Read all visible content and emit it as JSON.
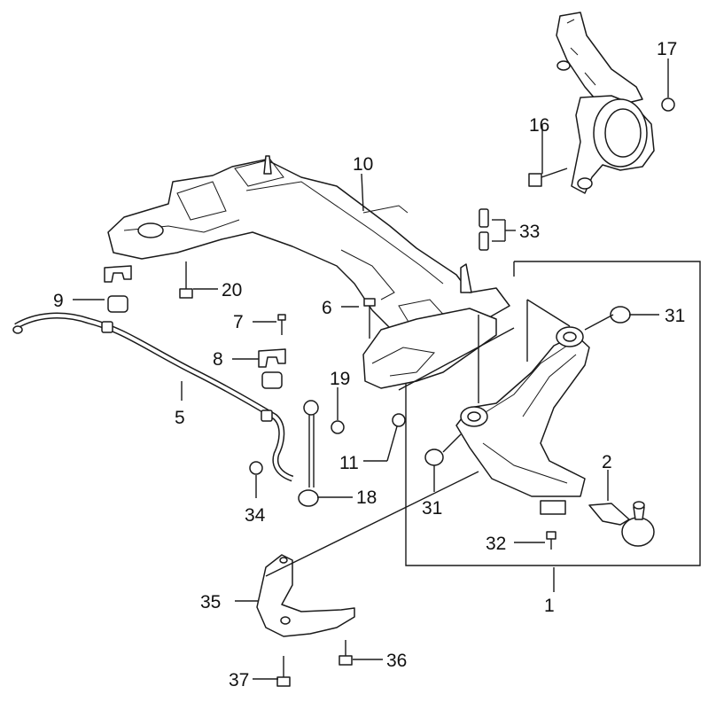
{
  "diagram": {
    "labels": {
      "l1": "1",
      "l2": "2",
      "l5": "5",
      "l6": "6",
      "l7": "7",
      "l8": "8",
      "l9": "9",
      "l10": "10",
      "l11": "11",
      "l16": "16",
      "l17": "17",
      "l18": "18",
      "l19": "19",
      "l20": "20",
      "l31a": "31",
      "l31b": "31",
      "l32": "32",
      "l33": "33",
      "l34": "34",
      "l35": "35",
      "l36": "36",
      "l37": "37"
    }
  }
}
